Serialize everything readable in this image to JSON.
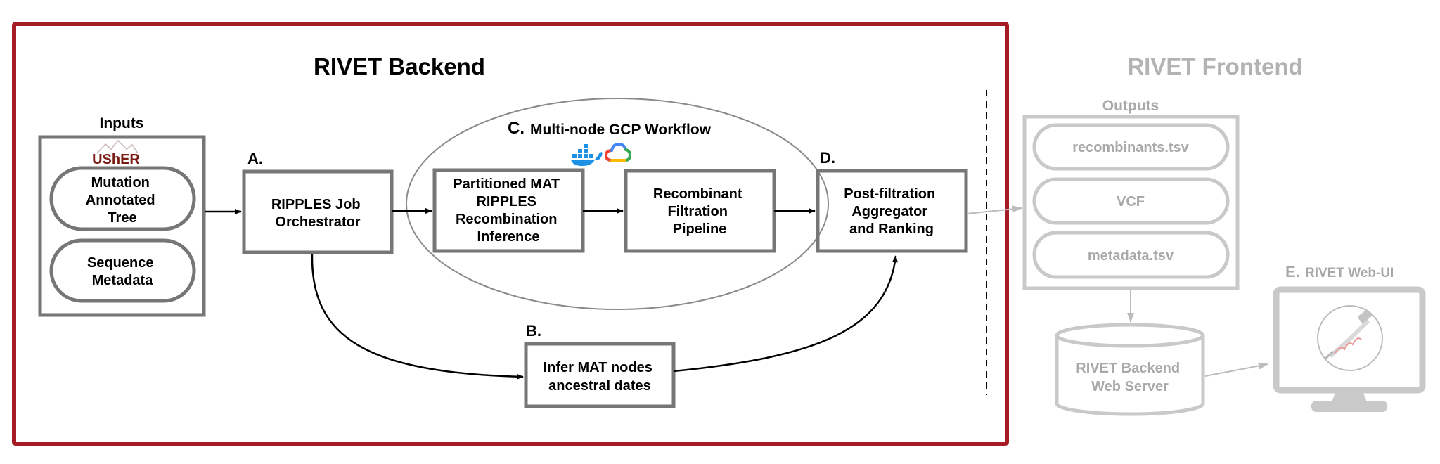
{
  "backend": {
    "title": "RIVET Backend",
    "inputs_label": "Inputs",
    "usher_logo": "UShER",
    "input_mat": [
      "Mutation",
      "Annotated",
      "Tree"
    ],
    "input_meta": [
      "Sequence",
      "Metadata"
    ],
    "step_a": {
      "letter": "A.",
      "lines": [
        "RIPPLES Job",
        "Orchestrator"
      ]
    },
    "step_b": {
      "letter": "B.",
      "lines": [
        "Infer MAT nodes",
        "ancestral dates"
      ]
    },
    "step_c": {
      "letter": "C.",
      "title": "Multi-node GCP Workflow",
      "partitioned": [
        "Partitioned MAT",
        "RIPPLES",
        "Recombination",
        "Inference"
      ],
      "filtration": [
        "Recombinant",
        "Filtration",
        "Pipeline"
      ],
      "icons": [
        "docker-icon",
        "google-cloud-icon"
      ]
    },
    "step_d": {
      "letter": "D.",
      "lines": [
        "Post-filtration",
        "Aggregator",
        "and Ranking"
      ]
    }
  },
  "frontend": {
    "title": "RIVET Frontend",
    "outputs_label": "Outputs",
    "outputs": [
      "recombinants.tsv",
      "VCF",
      "metadata.tsv"
    ],
    "server": [
      "RIVET Backend",
      "Web Server"
    ],
    "webui": {
      "letter": "E.",
      "label": "RIVET Web-UI"
    }
  },
  "colors": {
    "frame_red": "#a51c24",
    "box_gray": "#767676",
    "faded_gray": "#c9c9c9",
    "faded_text": "#a9a9a9",
    "usher_brown": "#7a1c14",
    "docker_blue": "#1d91e6"
  }
}
